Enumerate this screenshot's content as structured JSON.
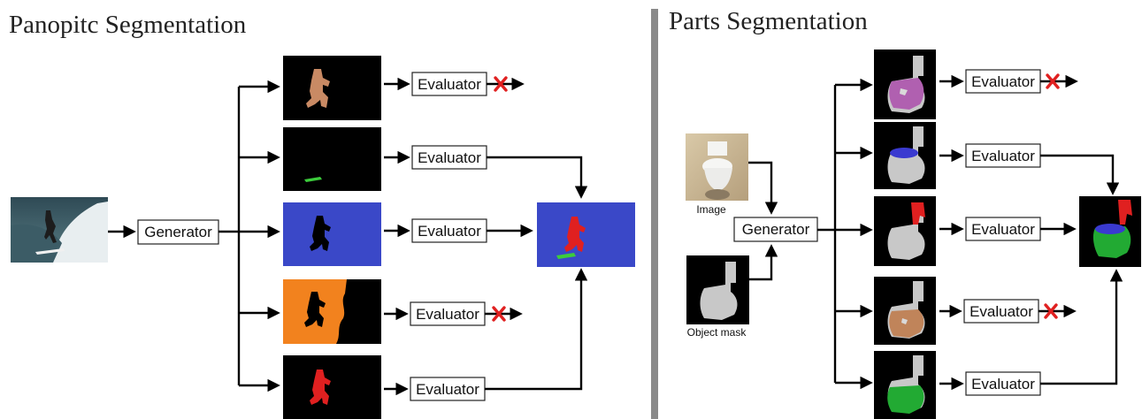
{
  "panoptic": {
    "title": "Panopitc Segmentation",
    "generator_label": "Generator",
    "evaluator_labels": [
      "Evaluator",
      "Evaluator",
      "Evaluator",
      "Evaluator",
      "Evaluator"
    ],
    "rejected_rows": [
      1,
      4
    ]
  },
  "parts": {
    "title": "Parts Segmentation",
    "image_caption": "Image",
    "mask_caption": "Object mask",
    "generator_label": "Generator",
    "evaluator_labels": [
      "Evaluator",
      "Evaluator",
      "Evaluator",
      "Evaluator",
      "Evaluator"
    ],
    "rejected_rows": [
      1,
      4
    ]
  },
  "colors": {
    "accept_arrow": "#000000",
    "reject_mark": "#e02020",
    "panoptic_background_blue": "#3a48c8",
    "person_red": "#e02020",
    "stuff_orange": "#f2821e",
    "person_tan": "#c98a64",
    "surfboard_green": "#3ccc3c",
    "part_purple": "#b060b0",
    "part_blue": "#3a3ad0",
    "part_tan": "#c0845a",
    "part_green": "#22aa33",
    "object_gray": "#c8c8c8"
  }
}
